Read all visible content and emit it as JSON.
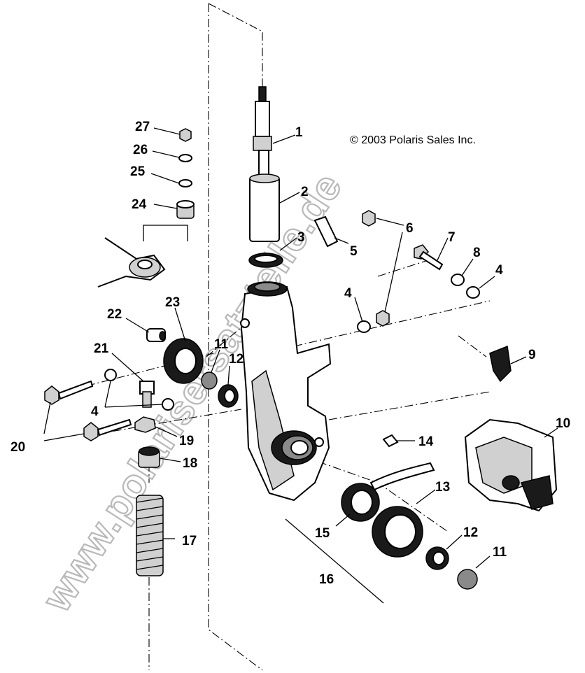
{
  "copyright": "© 2003 Polaris Sales Inc.",
  "watermark": "www.polarisersatzteile.de",
  "callouts": [
    {
      "id": "c1",
      "label": "1"
    },
    {
      "id": "c2",
      "label": "2"
    },
    {
      "id": "c3",
      "label": "3"
    },
    {
      "id": "c4a",
      "label": "4"
    },
    {
      "id": "c4b",
      "label": "4"
    },
    {
      "id": "c4c",
      "label": "4"
    },
    {
      "id": "c5",
      "label": "5"
    },
    {
      "id": "c6",
      "label": "6"
    },
    {
      "id": "c7",
      "label": "7"
    },
    {
      "id": "c8",
      "label": "8"
    },
    {
      "id": "c9",
      "label": "9"
    },
    {
      "id": "c10",
      "label": "10"
    },
    {
      "id": "c11a",
      "label": "11"
    },
    {
      "id": "c11b",
      "label": "11"
    },
    {
      "id": "c12a",
      "label": "12"
    },
    {
      "id": "c12b",
      "label": "12"
    },
    {
      "id": "c13",
      "label": "13"
    },
    {
      "id": "c14",
      "label": "14"
    },
    {
      "id": "c15",
      "label": "15"
    },
    {
      "id": "c16",
      "label": "16"
    },
    {
      "id": "c17",
      "label": "17"
    },
    {
      "id": "c18",
      "label": "18"
    },
    {
      "id": "c19",
      "label": "19"
    },
    {
      "id": "c20",
      "label": "20"
    },
    {
      "id": "c21",
      "label": "21"
    },
    {
      "id": "c22",
      "label": "22"
    },
    {
      "id": "c23",
      "label": "23"
    },
    {
      "id": "c24",
      "label": "24"
    },
    {
      "id": "c25",
      "label": "25"
    },
    {
      "id": "c26",
      "label": "26"
    },
    {
      "id": "c27",
      "label": "27"
    }
  ]
}
